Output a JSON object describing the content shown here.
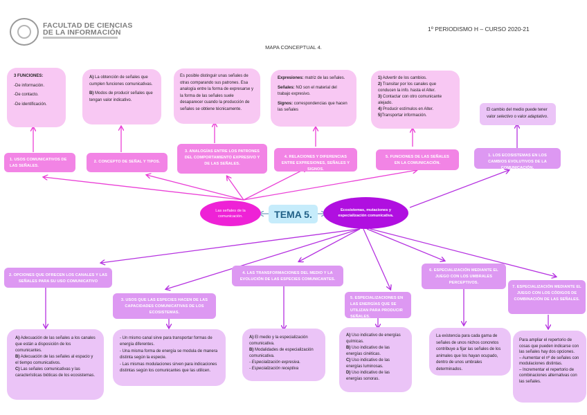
{
  "header": {
    "logo_line1": "FACULTAD DE CIENCIAS",
    "logo_line2": "DE LA INFORMACIÓN",
    "course": "1º PERIODISMO H – CURSO 2020-21",
    "map_title": "MAPA CONCEPTUAL 4."
  },
  "center": {
    "tema": "TEMA 5.",
    "left_node": "Las señales de la comunicación.",
    "right_node": "Ecosistemas, mutaciones y especialización comunicativa."
  },
  "colors": {
    "pink_box": "#f284e5",
    "violet_box": "#dd98f2",
    "pink_note": "#f8c8f3",
    "violet_note": "#ebc4f7",
    "left_ellipse": "#ee22d6",
    "right_ellipse": "#b00fe0",
    "tema_bg": "#c6ecfb",
    "tema_text": "#1f5f86",
    "arrow_pink": "#ea3fd6",
    "arrow_violet": "#b531e0"
  },
  "top_branches": [
    {
      "title": "1. USOS COMUNICATIVOS DE LAS SEÑALES.",
      "note": [
        {
          "bold": "3 FUNCIONES:",
          "text": ""
        },
        {
          "bold": "",
          "text": "-De información."
        },
        {
          "bold": "",
          "text": "-De contacto."
        },
        {
          "bold": "",
          "text": "-De identificación."
        }
      ]
    },
    {
      "title": "2. CONCEPTO DE SEÑAL Y TIPOS.",
      "note": [
        {
          "bold": "A)",
          "text": " La obtención de señales que cumplen funciones comunicativas."
        },
        {
          "bold": "B)",
          "text": " Modos de producir señales que tengan valor indicativo."
        }
      ]
    },
    {
      "title": "3. ANALOGÍAS ENTRE LOS PATRONES DEL COMPORTAMIENTO EXPRESIVO Y DE LAS SEÑALES.",
      "note": [
        {
          "bold": "",
          "text": "Es posible distinguir unas señales de otras comparando sus patrones. Esa analogía entre la forma de expresarse y la forma de las señales suele desaparecer cuando la producción de señales se obtiene técnicamente."
        }
      ]
    },
    {
      "title": "4. RELACIONES Y DIFERENCIAS ENTRE EXPRESIONES, SEÑALES Y SIGNOS.",
      "note": [
        {
          "bold": "Expresiones:",
          "text": " matriz de las señales."
        },
        {
          "bold": "Señales:",
          "text": " NO son el material del trabajo expresivo."
        },
        {
          "bold": "Signos:",
          "text": " correspondencias que hacen las señales"
        }
      ]
    },
    {
      "title": "5. FUNCIONES DE LAS SEÑALES EN LA COMUNICACIÓN.",
      "note": [
        {
          "bold": "1)",
          "text": " Advertir de los cambios."
        },
        {
          "bold": "2)",
          "text": " Transitar por los canales que conducen la info. hasta el Alter."
        },
        {
          "bold": "3)",
          "text": " Contactar con otro comunicante alejado."
        },
        {
          "bold": "4)",
          "text": " Producir estímulos en Alter."
        },
        {
          "bold": "5)",
          "text": "Transportar información."
        }
      ]
    },
    {
      "title": "1. LOS ECOSISTEMAS EN LOS CAMBIOS EVOLUTIVOS DE LA COMUNICACIÓN.",
      "note_parts": [
        "El cambio del medio puede tener valor ",
        "selectivo",
        " o valor ",
        "adaptativo",
        "."
      ]
    }
  ],
  "bottom_branches": [
    {
      "title": "2. OPCIONES QUE OFRECEN LOS CANALES Y LAS SEÑALES PARA SU USO COMUNICATIVO",
      "note": [
        {
          "bold": "A)",
          "text": " Adecuación de las señales a los canales que están a disposición de los comunicantes."
        },
        {
          "bold": "B)",
          "text": " Adecuación de las señales al espacio y el tiempo comunicativos."
        },
        {
          "bold": "C)",
          "text": " Las señales comunicativas y las características bióticas de los ecosistemas."
        }
      ]
    },
    {
      "title": "3. USOS QUE LAS ESPECIES HACEN DE LAS CAPACIDADES COMUNICATIVAS DE LOS ECOSISTEMAS.",
      "note": [
        {
          "bold": "",
          "text": "- Un mismo canal sirve para transportar formas de energía diferentes."
        },
        {
          "bold": "",
          "text": "- Una misma forma de energía se modula de manera distinta según la especie."
        },
        {
          "bold": "",
          "text": "- Las mismas modulaciones sirven para indicaciones distintas según los comunicantes que las utilicen."
        }
      ]
    },
    {
      "title": "4. LAS TRANSFORMACIONES DEL MEDIO Y LA EVOLUCIÓN DE LAS ESPECIES COMUNICANTES.",
      "note": [
        {
          "bold": "A)",
          "text": " El medio y la especialización comunicativa."
        },
        {
          "bold": "B)",
          "text": " Modalidades de especialización comunicativa."
        },
        {
          "bold": "",
          "text": "- Especialización expresiva.",
          "italic": true
        },
        {
          "bold": "",
          "text": "- Especialización receptiva",
          "italic": true
        }
      ]
    },
    {
      "title": "5. ESPECIALIZACIONES EN LAS ENERGÍAS QUE SE UTILIZAN PARA PRODUCIR SEÑALES.",
      "note": [
        {
          "bold": "A)",
          "text": " Uso indicativo de energías químicas."
        },
        {
          "bold": "B)",
          "text": " Uso indicativo de las energías cinéticas."
        },
        {
          "bold": "C)",
          "text": " Uso indicativo de las energías luminosas."
        },
        {
          "bold": "D)",
          "text": " Uso indicativo de las energías sonoras."
        }
      ]
    },
    {
      "title": "6. ESPECIALIZACIÓN MEDIANTE EL JUEGO CON LOS UMBRALES PERCEPTIVOS.",
      "note": [
        {
          "bold": "",
          "text": "La existencia para cada gama de señales de unos nichos concretos contribuye a fijar las señales de los animales que los hayan ocupado, dentro de unos umbrales determinados."
        }
      ]
    },
    {
      "title": "7. ESPECIALIZACIÓN MEDIANTE EL JUEGO CON LOS CÓDIGOS DE COMBINACIÓN DE LAS SEÑALES.",
      "note": [
        {
          "bold": "",
          "text": "Para ampliar el repertorio de cosas que pueden indicarse con las señales hay dos opciones."
        },
        {
          "bold": "",
          "text": "– Aumentar el nº de señales con modulaciones distintas."
        },
        {
          "bold": "",
          "text": "– Incrementar el repertorio de combinaciones alternativas con las señales."
        }
      ]
    }
  ]
}
